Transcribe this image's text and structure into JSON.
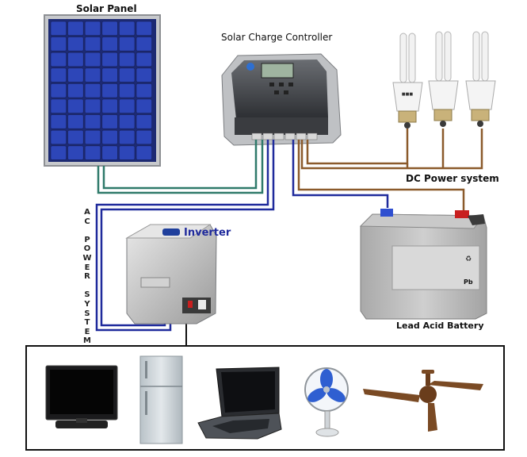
{
  "labels": {
    "solar_panel": "Solar Panel",
    "charge_controller": "Solar Charge Controller",
    "dc_power_system": "DC Power system",
    "inverter": "Inverter",
    "battery": "Lead Acid Battery",
    "ac_power_system": "AC POWER SYSTEM"
  },
  "colors": {
    "panel_to_controller_wire": "#2f7a6a",
    "inverter_wire": "#1f2a9c",
    "battery_wire": "#1f2a9c",
    "dc_load_wire": "#8b5a2b",
    "panel_cell": "#2d46b8"
  },
  "icons": [
    "solar-panel",
    "charge-controller",
    "cfl-bulb",
    "inverter",
    "lead-acid-battery",
    "television",
    "refrigerator",
    "laptop",
    "table-fan",
    "ceiling-fan"
  ]
}
